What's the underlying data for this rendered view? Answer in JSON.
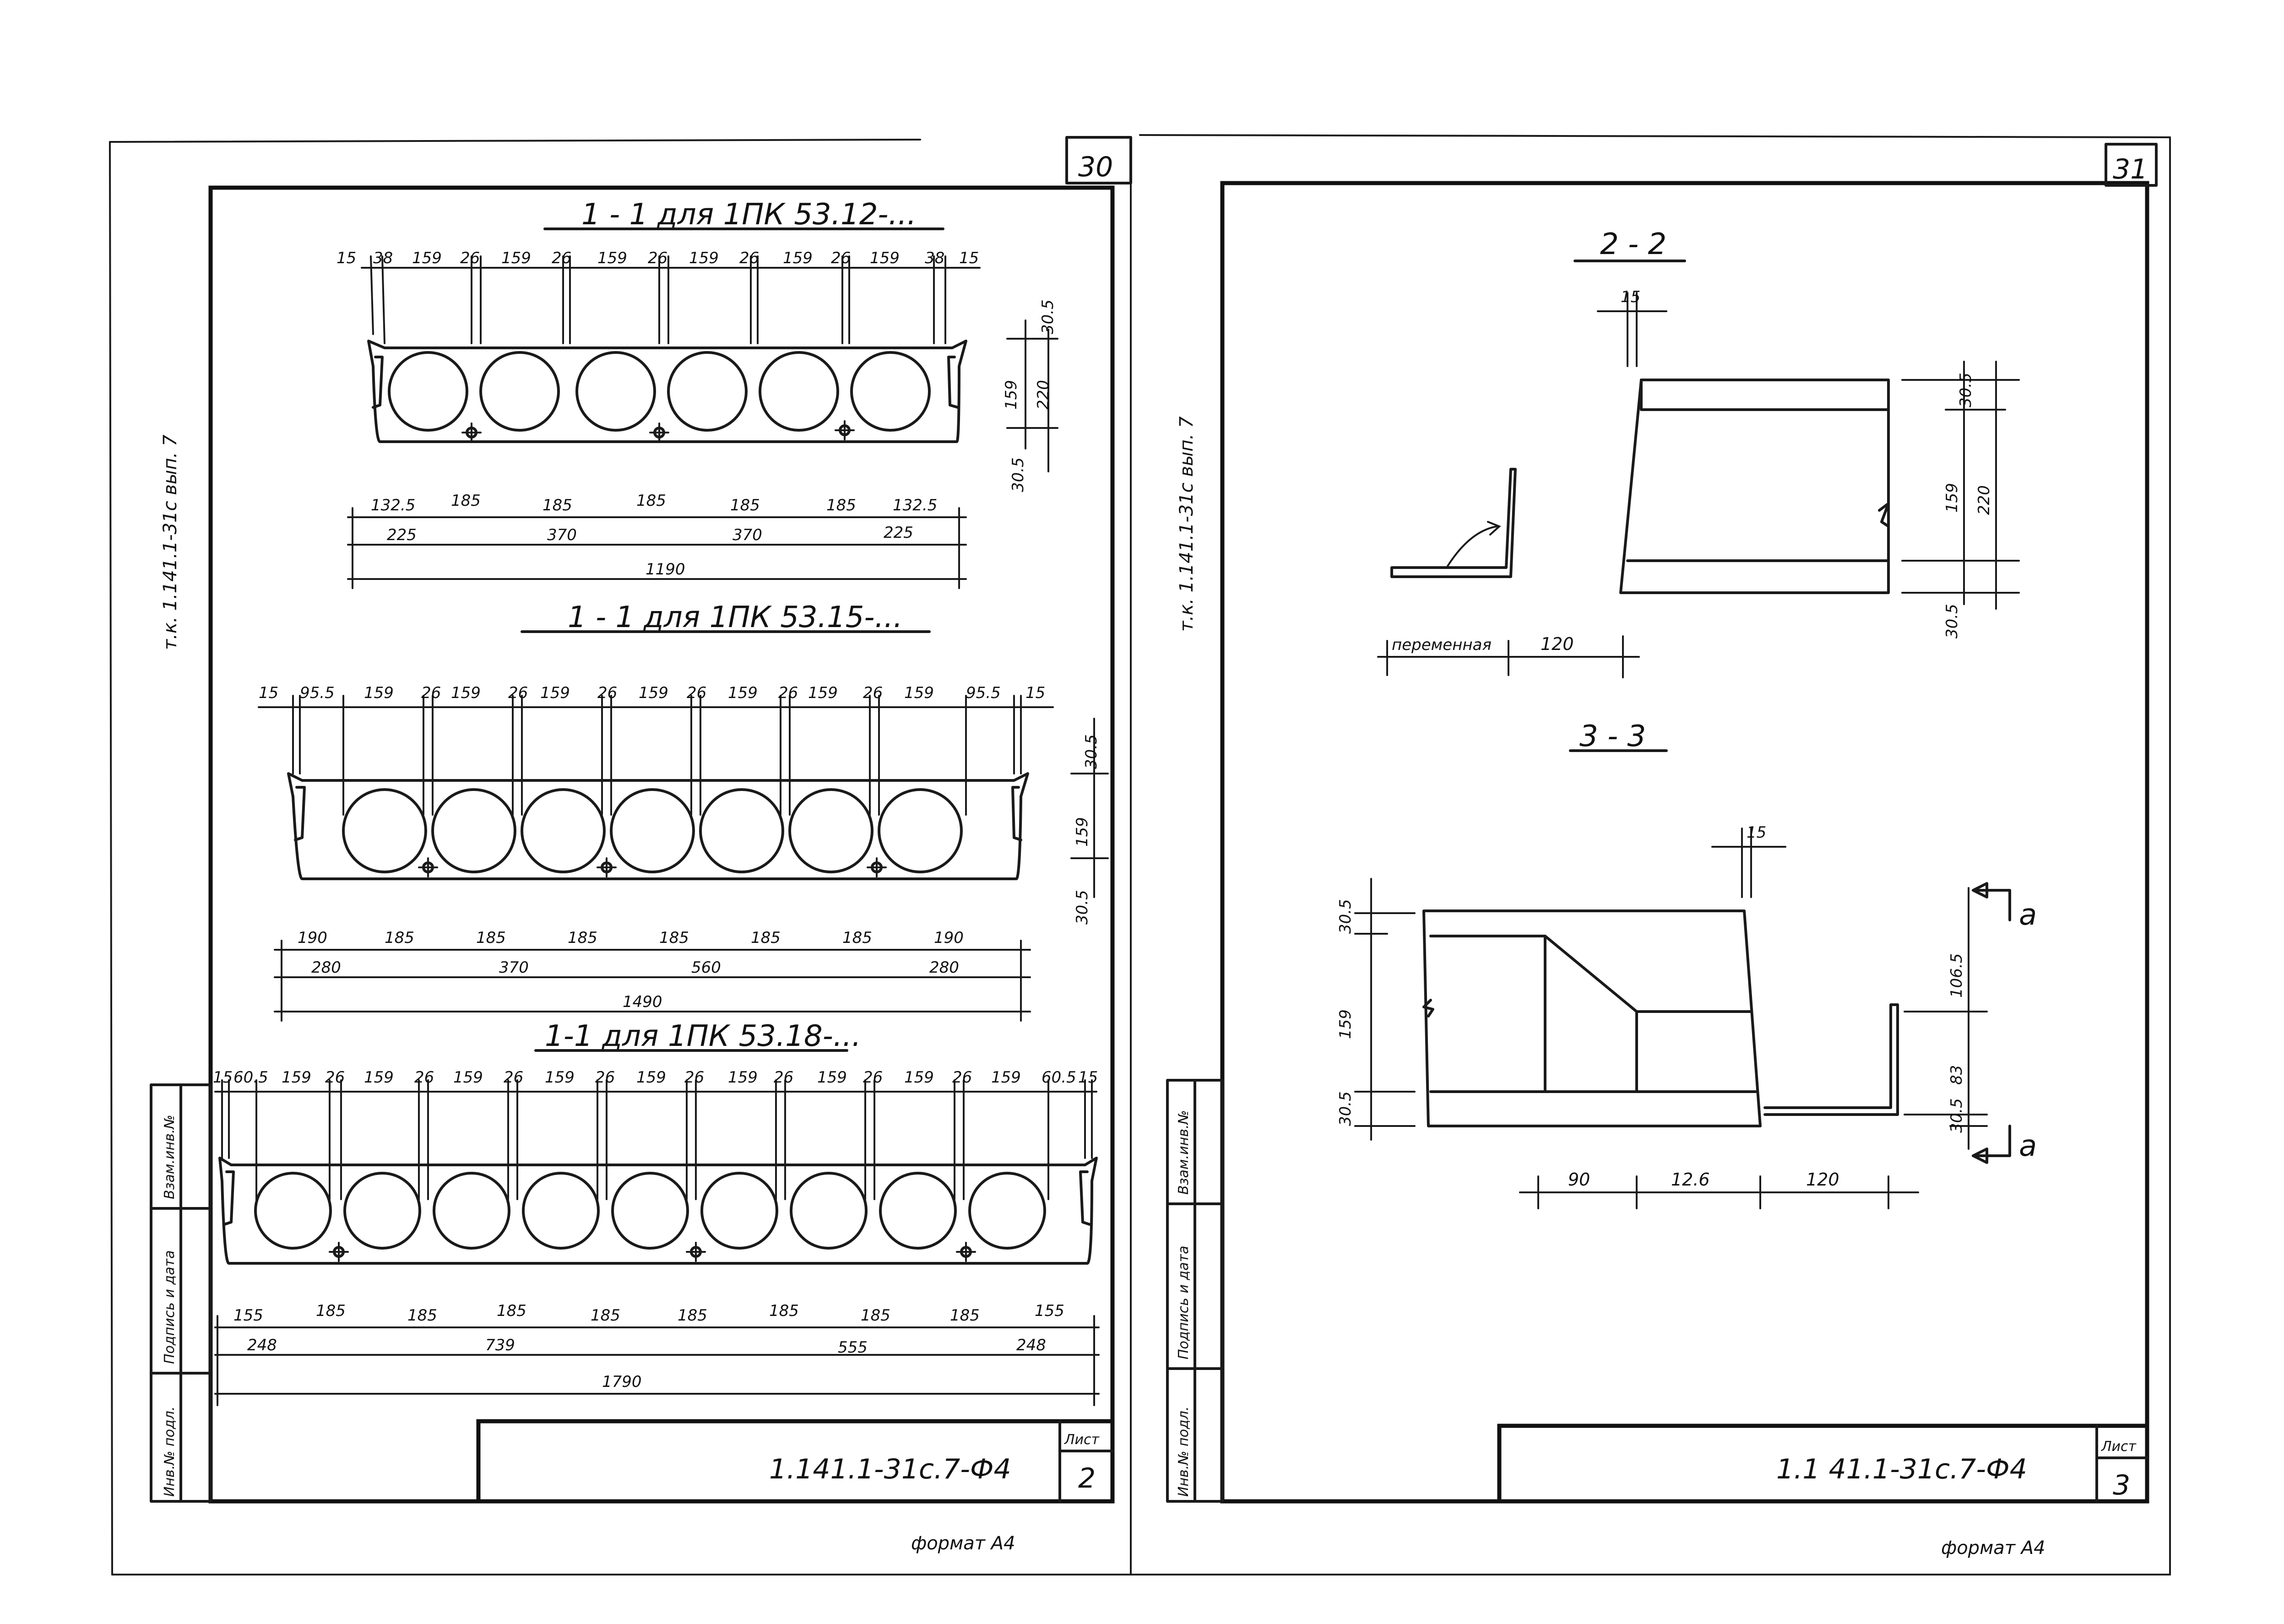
{
  "sheets": [
    {
      "page_number": "30",
      "sheet_label": "Лист",
      "sheet_number": "2",
      "code": "1.141.1-31с.7-Ф4",
      "format": "формат А4",
      "side_text": "т.к. 1.141.1-31с вып. 7"
    },
    {
      "page_number": "31",
      "sheet_label": "Лист",
      "sheet_number": "3",
      "code": "1.1 41.1-31с.7-Ф4",
      "format": "формат А4",
      "side_text": "т.к. 1.141.1-31с вып. 7"
    }
  ],
  "stamp_labels": [
    "Инв.№ подл.",
    "Подпись и дата",
    "Взам.инв.№"
  ],
  "section_a": {
    "title": "1 - 1  для  1ПК 53.12-...",
    "top_dims": [
      "15",
      "38",
      "159",
      "26",
      "159",
      "26",
      "159",
      "26",
      "159",
      "26",
      "159",
      "26",
      "159",
      "38",
      "15"
    ],
    "right_dims": [
      "30.5",
      "159",
      "220",
      "30.5"
    ],
    "row1": [
      "132.5",
      "185",
      "185",
      "185",
      "185",
      "185",
      "132.5"
    ],
    "row2": [
      "225",
      "370",
      "370",
      "225"
    ],
    "total": "1190"
  },
  "section_b": {
    "title": "1 - 1  для  1ПК 53.15-...",
    "top_dims": [
      "15",
      "95.5",
      "159",
      "26",
      "159",
      "26",
      "159",
      "26",
      "159",
      "26",
      "159",
      "26",
      "159",
      "26",
      "159",
      "95.5",
      "15"
    ],
    "right_dims": [
      "30.5",
      "159",
      "30.5"
    ],
    "row1": [
      "190",
      "185",
      "185",
      "185",
      "185",
      "185",
      "185",
      "190"
    ],
    "row2": [
      "280",
      "370",
      "560",
      "280"
    ],
    "total": "1490"
  },
  "section_c": {
    "title": "1-1 для 1ПК 53.18-...",
    "top_dims": [
      "15",
      "60.5",
      "159",
      "26",
      "159",
      "26",
      "159",
      "26",
      "159",
      "26",
      "159",
      "26",
      "159",
      "26",
      "159",
      "26",
      "159",
      "26",
      "159",
      "60.5",
      "15"
    ],
    "row1": [
      "155",
      "185",
      "185",
      "185",
      "185",
      "185",
      "185",
      "185",
      "185",
      "155"
    ],
    "row2": [
      "248",
      "739",
      "555",
      "248"
    ],
    "total": "1790"
  },
  "section_22": {
    "title": "2 - 2",
    "top": "15",
    "right": [
      "30.5",
      "159",
      "220",
      "30.5"
    ],
    "bottom": [
      "переменная",
      "120"
    ]
  },
  "section_33": {
    "title": "3 - 3",
    "top": "15",
    "left": [
      "30.5",
      "159",
      "30.5"
    ],
    "right": [
      "106.5",
      "83",
      "30.5"
    ],
    "bottom": [
      "90",
      "12.6",
      "120"
    ],
    "cut": "а"
  }
}
